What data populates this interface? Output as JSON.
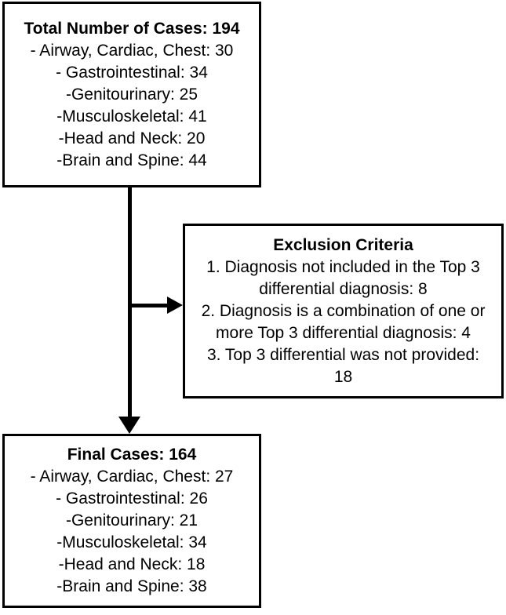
{
  "figure": {
    "colors": {
      "background": "#ffffff",
      "border": "#000000",
      "text": "#000000"
    },
    "total_box": {
      "title": "Total Number of Cases: 194",
      "items": [
        "- Airway, Cardiac, Chest: 30",
        "- Gastrointestinal: 34",
        "-Genitourinary: 25",
        "-Musculoskeletal: 41",
        "-Head and Neck: 20",
        "-Brain and Spine: 44"
      ]
    },
    "exclusion_box": {
      "title": "Exclusion Criteria",
      "items": [
        "1. Diagnosis not included in the Top 3 differential diagnosis: 8",
        "2. Diagnosis is a combination of one or more Top 3 differential diagnosis: 4",
        "3. Top 3 differential was not provided: 18"
      ]
    },
    "final_box": {
      "title": "Final Cases: 164",
      "items": [
        "- Airway, Cardiac, Chest: 27",
        "- Gastrointestinal: 26",
        "-Genitourinary: 21",
        "-Musculoskeletal: 34",
        "-Head and Neck: 18",
        "-Brain and Spine: 38"
      ]
    }
  }
}
